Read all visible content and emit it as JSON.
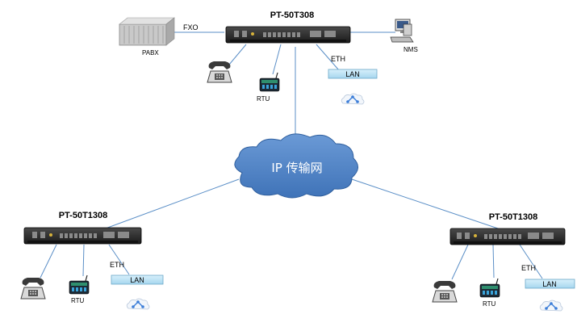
{
  "diagram": {
    "network_label": "IP 传输网",
    "lan_label": "LAN",
    "top": {
      "device_title": "PT-50T308",
      "fxo_label": "FXO",
      "pabx_label": "PABX",
      "rtu_label": "RTU",
      "eth_label": "ETH",
      "nms_label": "NMS"
    },
    "left": {
      "device_title": "PT-50T1308",
      "rtu_label": "RTU",
      "eth_label": "ETH"
    },
    "right": {
      "device_title": "PT-50T1308",
      "rtu_label": "RTU",
      "eth_label": "ETH"
    }
  },
  "colors": {
    "link": "#5b8fc7",
    "cloud": "#4a80c4",
    "lan_bar": "#b8dff2",
    "device": "#2a2a2a"
  }
}
